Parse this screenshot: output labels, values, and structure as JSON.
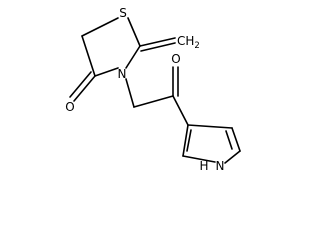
{
  "structure": {
    "atoms": {
      "sulfur": "S",
      "ring_nitrogen": "N",
      "ring_carbonyl_oxygen": "O",
      "ketone_oxygen": "O",
      "methylene": "CH",
      "methylene_subscript": "2",
      "pyrrole_nh_hydrogen": "H",
      "pyrrole_nh_nitrogen": "N"
    }
  }
}
